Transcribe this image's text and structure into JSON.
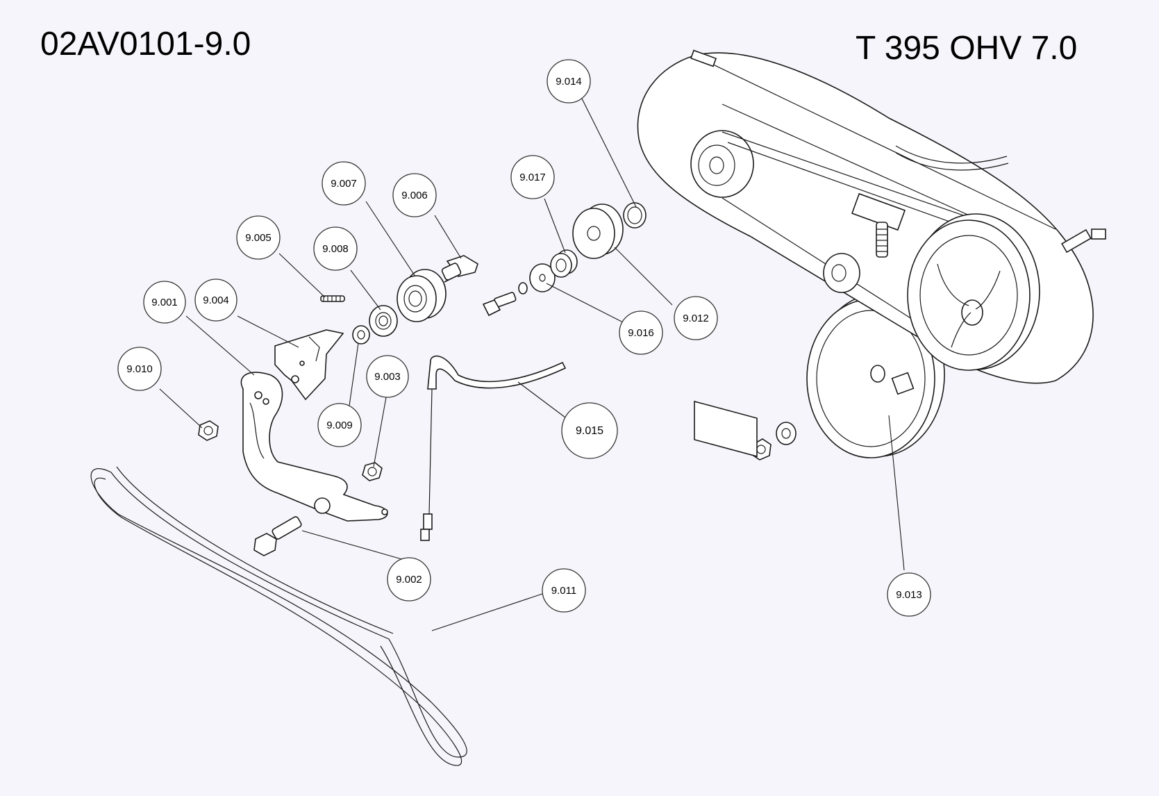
{
  "header": {
    "document_code": "02AV0101-9.0",
    "model": "T 395 OHV 7.0"
  },
  "callouts": [
    {
      "id": "9.001"
    },
    {
      "id": "9.002"
    },
    {
      "id": "9.003"
    },
    {
      "id": "9.004"
    },
    {
      "id": "9.005"
    },
    {
      "id": "9.006"
    },
    {
      "id": "9.007"
    },
    {
      "id": "9.008"
    },
    {
      "id": "9.009"
    },
    {
      "id": "9.010"
    },
    {
      "id": "9.011"
    },
    {
      "id": "9.012"
    },
    {
      "id": "9.013"
    },
    {
      "id": "9.014"
    },
    {
      "id": "9.015"
    },
    {
      "id": "9.016"
    },
    {
      "id": "9.017"
    }
  ]
}
